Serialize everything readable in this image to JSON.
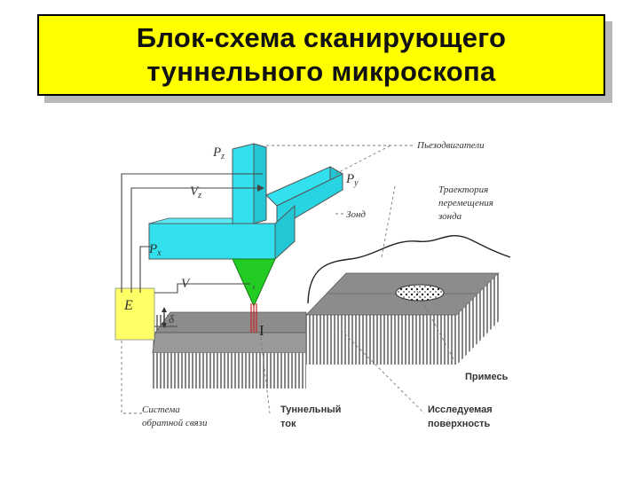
{
  "title": {
    "line1": "Блок-схема сканирующего",
    "line2": "туннельного микроскопа"
  },
  "labels": {
    "pz": "P",
    "pz_sub": "z",
    "py": "P",
    "py_sub": "y",
    "px": "P",
    "px_sub": "x",
    "vz": "V",
    "vz_sub": "z",
    "v": "V",
    "e": "E",
    "delta": "δ",
    "current_i": "I",
    "actuators": "Пьезодвигатели",
    "trajectory_1": "Траектория",
    "trajectory_2": "перемещения",
    "trajectory_3": "зонда",
    "probe": "Зонд",
    "impurity": "Примесь",
    "feedback_1": "Система",
    "feedback_2": "обратной связи",
    "tunnel_1": "Туннельный",
    "tunnel_2": "ток",
    "surface_1": "Исследуемая",
    "surface_2": "поверхность"
  },
  "colors": {
    "title_bg": "#ffff00",
    "piezo": "#33e0ee",
    "probe": "#22cc22",
    "feedback_box": "#ffff66",
    "surface": "#8c8c8c",
    "tunnel_current": "#cc2222"
  }
}
